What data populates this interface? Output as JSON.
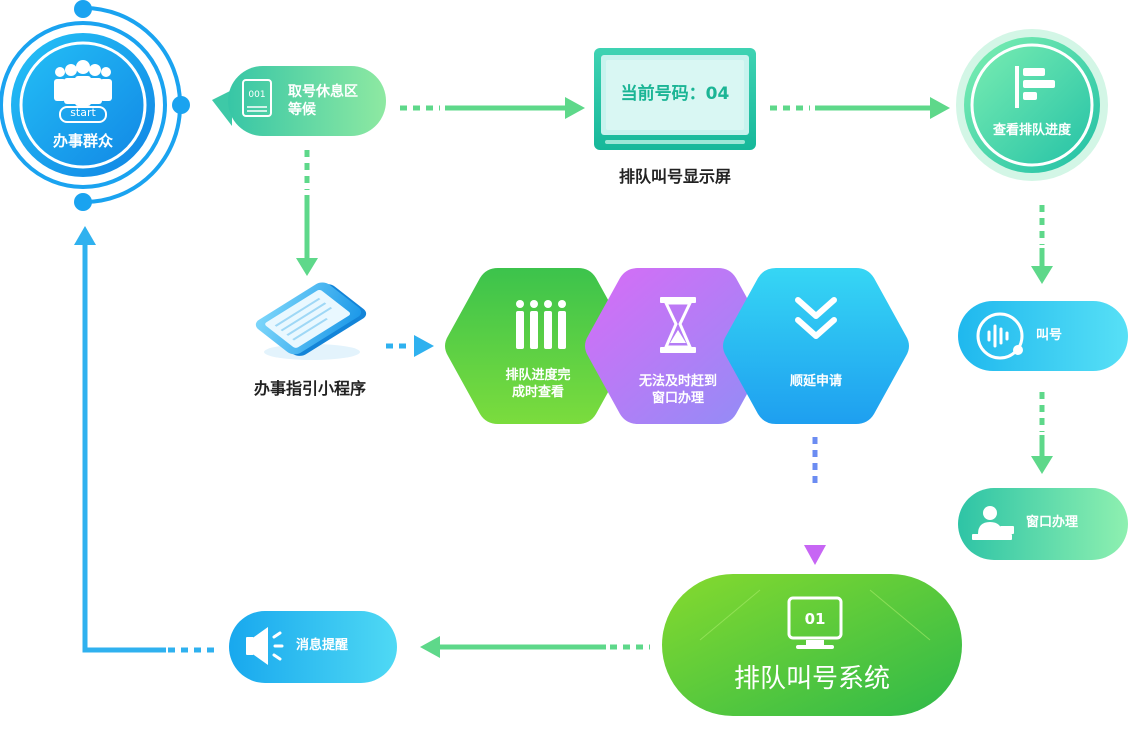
{
  "start": {
    "badge": "start",
    "label": "办事群众"
  },
  "ticket": {
    "number": "001",
    "label_line1": "取号休息区",
    "label_line2": "等候"
  },
  "display_screen": {
    "screen_text": "当前号码：04",
    "caption": "排队叫号显示屏"
  },
  "progress_view": {
    "label": "查看排队进度"
  },
  "mini_program": {
    "label": "办事指引小程序"
  },
  "hexagons": [
    {
      "line1": "排队进度完",
      "line2": "成时查看"
    },
    {
      "line1": "无法及时赶到",
      "line2": "窗口办理"
    },
    {
      "line1": "顺延申请",
      "line2": ""
    }
  ],
  "call_number": {
    "label": "叫号"
  },
  "window_service": {
    "label": "窗口办理"
  },
  "queue_system": {
    "monitor_number": "01",
    "label": "排队叫号系统"
  },
  "message_alert": {
    "label": "消息提醒"
  },
  "colors": {
    "blue": "#1aa3f0",
    "green": "#5ed88a",
    "teal": "#3bc6a7",
    "purple": "#c266f5",
    "lime": "#7dd22f",
    "dark_text": "#222222"
  }
}
